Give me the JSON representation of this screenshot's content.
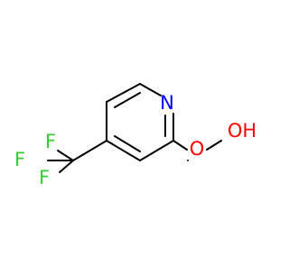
{
  "molecule": {
    "atoms": {
      "nitrogen": "N",
      "ether_oxygen": "O",
      "hydroxyl": "OH",
      "fluorine_top": "F",
      "fluorine_left": "F",
      "fluorine_bottom": "F"
    },
    "colors": {
      "bond": "#000000",
      "nitrogen": "#0000ff",
      "oxygen": "#ff0000",
      "fluorine": "#33cc33"
    }
  }
}
